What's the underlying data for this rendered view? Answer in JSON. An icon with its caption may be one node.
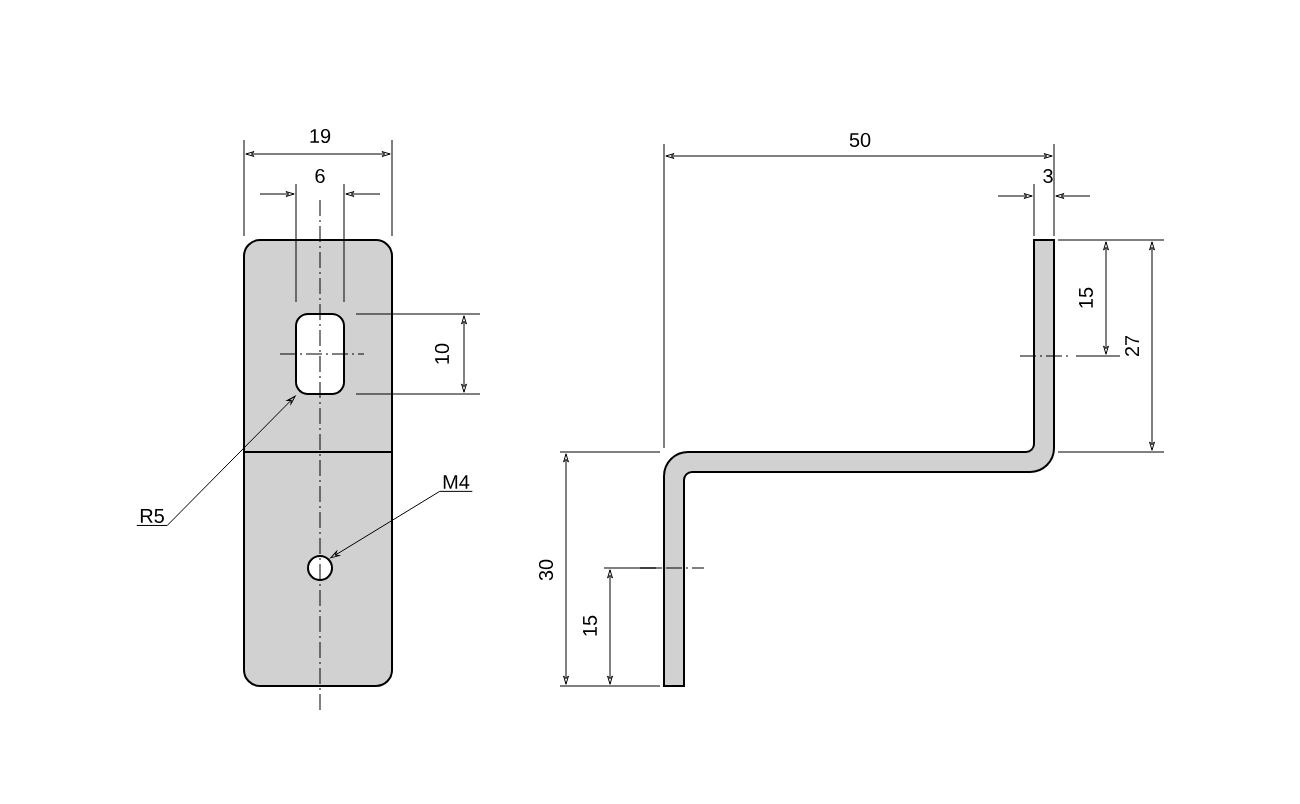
{
  "diagram": {
    "nodes": [
      {
        "text": [
          "R5"
        ]
      },
      {
        "text": [],
        "shape": "slot"
      },
      {
        "text": [
          "M4"
        ]
      },
      {
        "text": [],
        "shape": "circle"
      }
    ],
    "edges": [
      {
        "from": 0,
        "to": 1,
        "arrow": "to"
      },
      {
        "from": 2,
        "to": 3,
        "arrow": "to"
      }
    ],
    "labels": [
      "19",
      "6",
      "10",
      "50",
      "3",
      "15",
      "27",
      "30",
      "15"
    ]
  }
}
